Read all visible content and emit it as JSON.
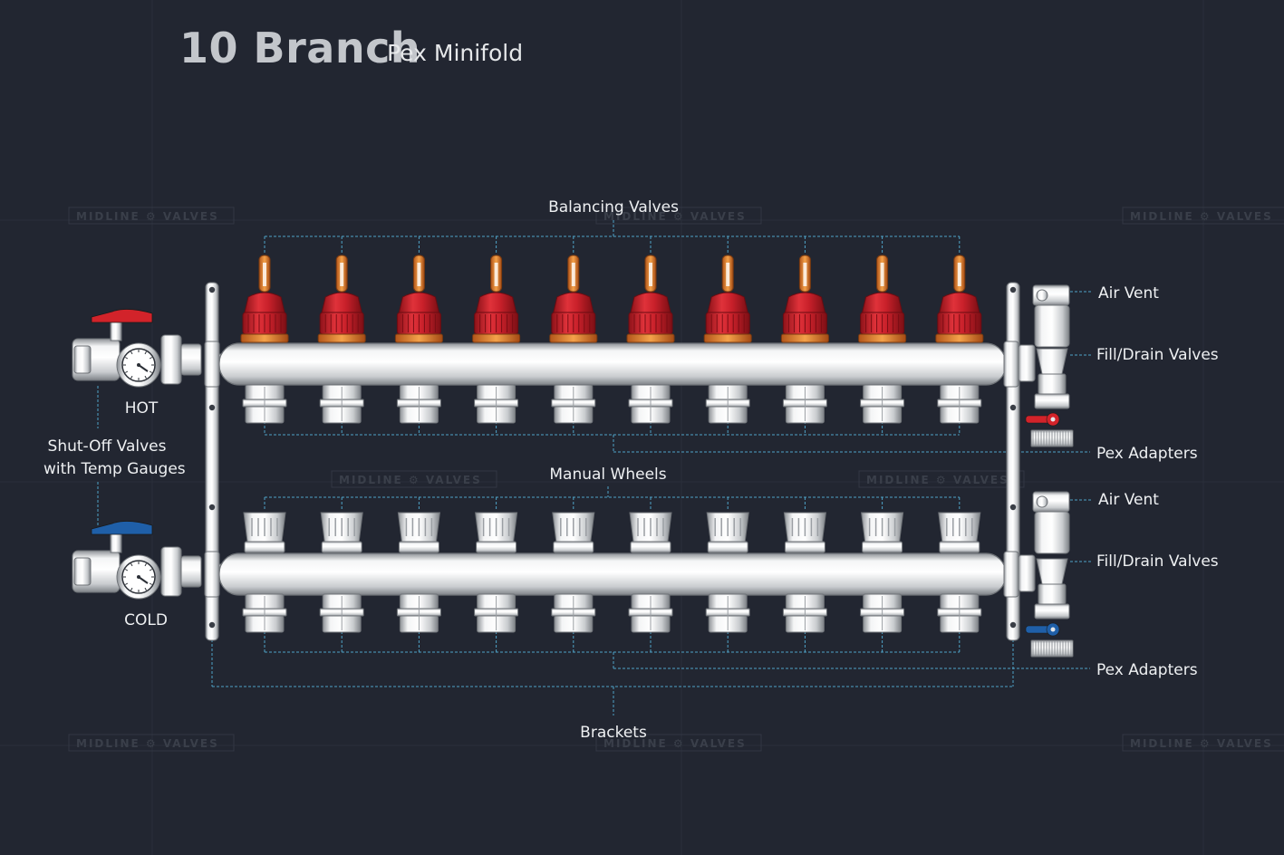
{
  "title": {
    "main": "10 Branch",
    "sub": "Pex Minifold"
  },
  "labels": {
    "balancing_valves": "Balancing Valves",
    "manual_wheels": "Manual Wheels",
    "brackets": "Brackets",
    "hot": "HOT",
    "cold": "COLD",
    "shutoff_line1": "Shut-Off Valves",
    "shutoff_line2": "with Temp Gauges",
    "air_vent_top": "Air Vent",
    "fill_drain_top": "Fill/Drain Valves",
    "pex_adapters_top": "Pex Adapters",
    "air_vent_bottom": "Air Vent",
    "fill_drain_bottom": "Fill/Drain Valves",
    "pex_adapters_bottom": "Pex Adapters"
  },
  "watermark": "MIDLINE ⚙ VALVES",
  "branch_count": 10,
  "colors": {
    "background": "#222631",
    "leader_line": "#4fa3c7",
    "balancing_valve": "#c8202a",
    "hot_handle": "#d2232a",
    "cold_handle": "#1f5fa8",
    "chrome": "#e4e6e9"
  }
}
